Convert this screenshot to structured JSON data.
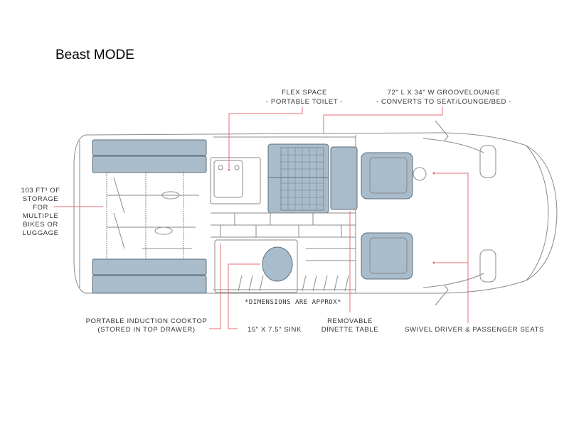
{
  "title": "Beast MODE",
  "labels": {
    "flex_space": "FLEX SPACE",
    "flex_space_sub": "- PORTABLE TOILET -",
    "groovelounge": "72\" L X 34\" W GROOVELOUNGE",
    "groovelounge_sub": "- CONVERTS TO SEAT/LOUNGE/BED -",
    "storage": [
      "103 FT³ OF",
      "STORAGE",
      "FOR",
      "MULTIPLE",
      "BIKES OR",
      "LUGGAGE"
    ],
    "cooktop": "PORTABLE INDUCTION COOKTOP",
    "cooktop_sub": "(STORED IN TOP DRAWER)",
    "sink": "15\" X 7.5\" SINK",
    "dinette": "REMOVABLE",
    "dinette_sub": "DINETTE TABLE",
    "seats": "SWIVEL DRIVER & PASSENGER SEATS",
    "dimensions_note": "*DIMENSIONS ARE APPROX*"
  },
  "colors": {
    "accent_line": "#e46d75",
    "furniture": "#a9bccb"
  }
}
